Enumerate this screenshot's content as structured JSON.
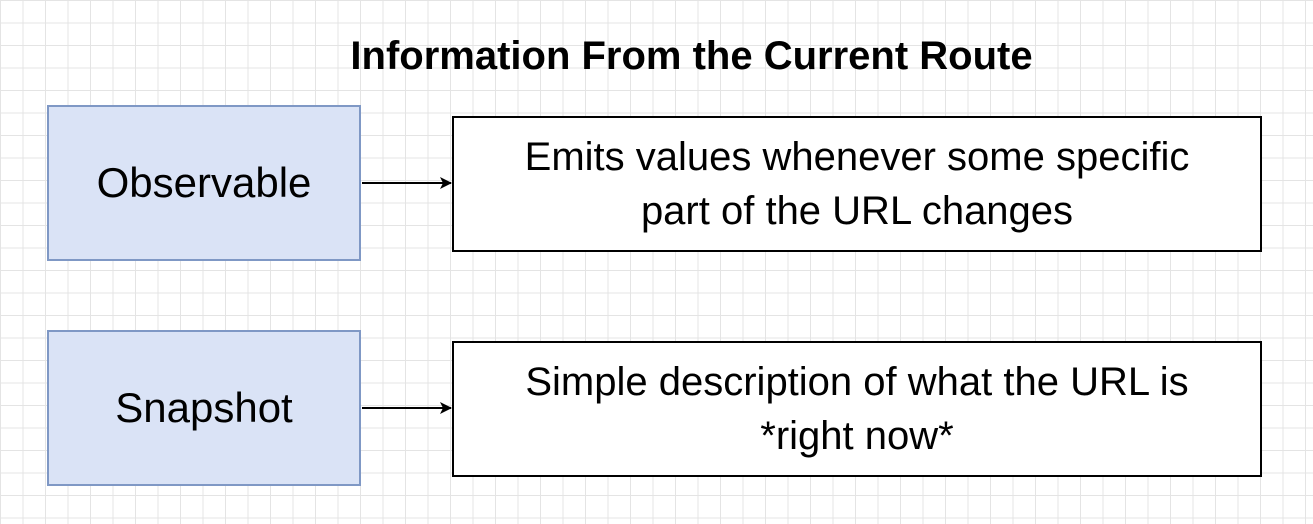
{
  "diagram": {
    "title": "Information From the Current Route",
    "rows": [
      {
        "concept": "Observable",
        "description": "Emits values whenever some specific\npart of the URL changes"
      },
      {
        "concept": "Snapshot",
        "description": "Simple description of what the URL is\n*right now*"
      }
    ]
  }
}
